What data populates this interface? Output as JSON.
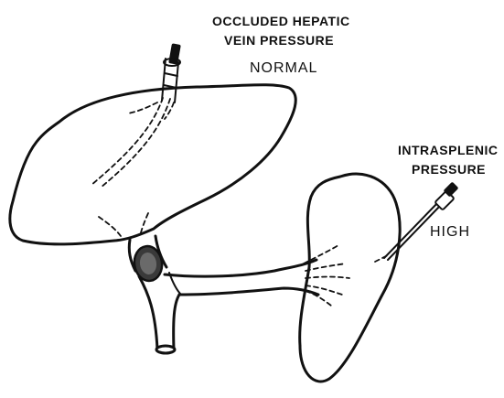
{
  "labels": {
    "hepatic_title_line1": "OCCLUDED HEPATIC",
    "hepatic_title_line2": "VEIN PRESSURE",
    "hepatic_value": "NORMAL",
    "splenic_title_line1": "INTRASPLENIC",
    "splenic_title_line2": "PRESSURE",
    "splenic_value": "HIGH"
  },
  "structures": [
    "liver",
    "spleen",
    "portal-vein",
    "splenic-vein",
    "catheter",
    "needle",
    "thrombus"
  ],
  "colors": {
    "ink": "#111111",
    "background": "#ffffff"
  }
}
